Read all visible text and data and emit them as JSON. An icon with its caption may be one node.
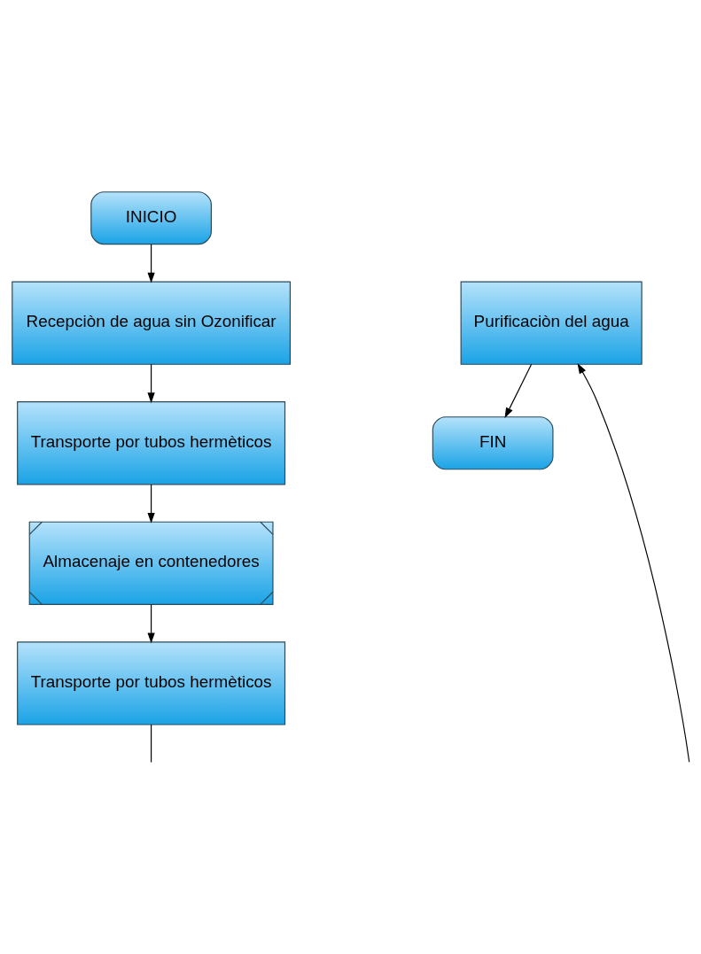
{
  "diagram": {
    "nodes": [
      {
        "text": [
          "INICIO"
        ]
      },
      {
        "text": [
          "Recepciòn de agua sin Ozonificar"
        ]
      },
      {
        "text": [
          "Transporte por tubos hermèticos"
        ]
      },
      {
        "text": [
          "Almacenaje en contenedores"
        ]
      },
      {
        "text": [
          "Transporte por tubos hermèticos"
        ]
      },
      {
        "text": [
          "Purificaciòn del agua"
        ]
      },
      {
        "text": [
          "FIN"
        ]
      }
    ],
    "edges": [
      {
        "from": 0,
        "to": 1,
        "arrow": "to"
      },
      {
        "from": 1,
        "to": 2,
        "arrow": "to"
      },
      {
        "from": 2,
        "to": 3,
        "arrow": "to"
      },
      {
        "from": 3,
        "to": 4,
        "arrow": "to"
      },
      {
        "from": 4,
        "to": null,
        "arrow": "none"
      },
      {
        "from": null,
        "to": 5,
        "arrow": "to"
      },
      {
        "from": 5,
        "to": 6,
        "arrow": "to"
      }
    ]
  }
}
